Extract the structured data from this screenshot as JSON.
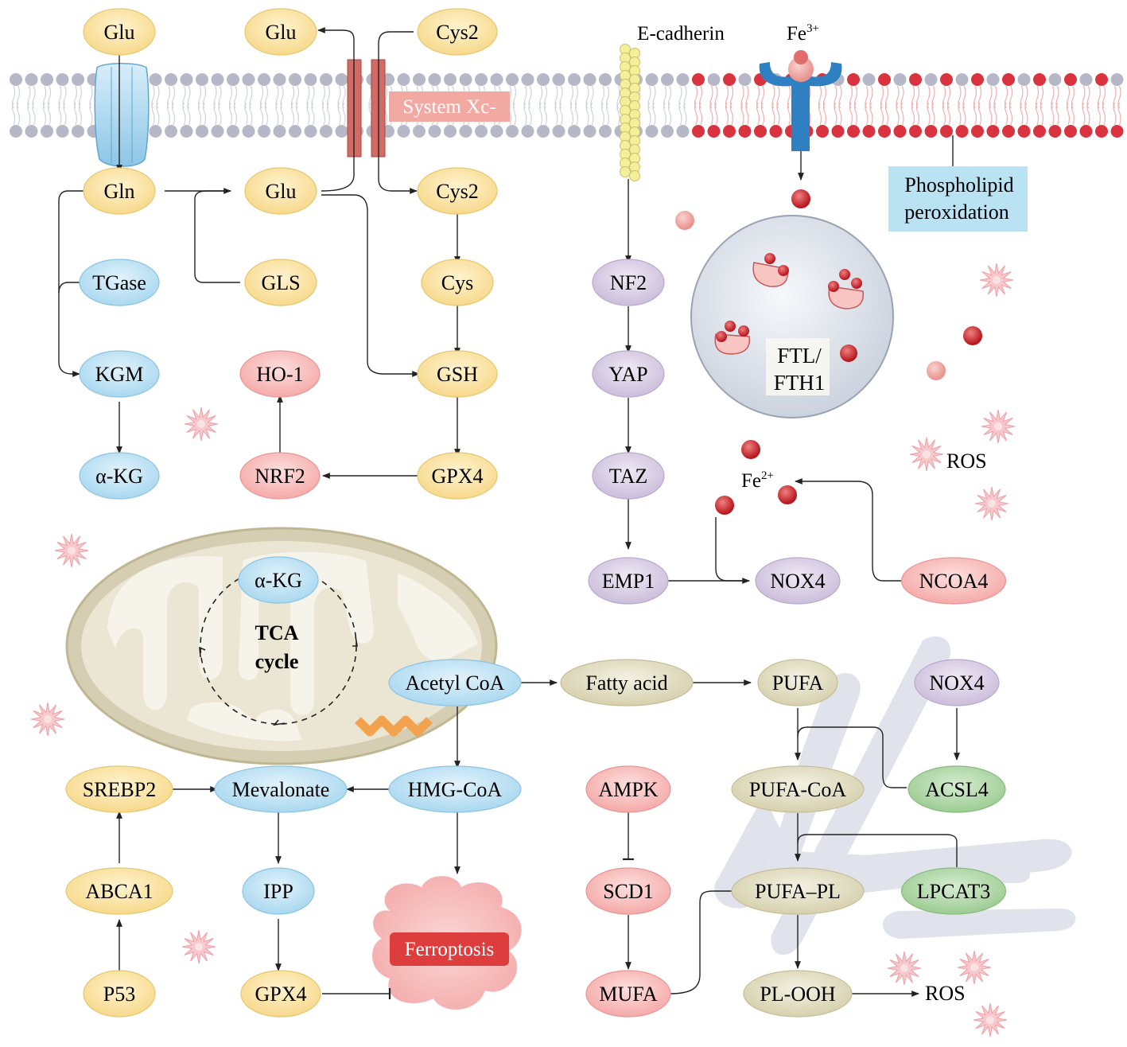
{
  "nodes": {
    "glu_top_left": "Glu",
    "glu_top_mid": "Glu",
    "cys2_top": "Cys2",
    "gln": "Gln",
    "glu_mid": "Glu",
    "cys2_mid": "Cys2",
    "tgase": "TGase",
    "gls": "GLS",
    "cys": "Cys",
    "kgm": "KGM",
    "ho1": "HO-1",
    "gsh": "GSH",
    "akg_left": "α-KG",
    "nrf2": "NRF2",
    "gpx4_top": "GPX4",
    "nf2": "NF2",
    "yap": "YAP",
    "taz": "TAZ",
    "emp1": "EMP1",
    "nox4_mid": "NOX4",
    "ncoa4": "NCOA4",
    "akg_mito": "α-KG",
    "acetyl_coa": "Acetyl CoA",
    "fatty_acid": "Fatty acid",
    "pufa": "PUFA",
    "nox4_er": "NOX4",
    "srebp2": "SREBP2",
    "mevalonate": "Mevalonate",
    "hmg_coa": "HMG-CoA",
    "ampk": "AMPK",
    "pufa_coa": "PUFA-CoA",
    "acsl4": "ACSL4",
    "abca1": "ABCA1",
    "ipp": "IPP",
    "scd1": "SCD1",
    "pufa_pl": "PUFA–PL",
    "lpcat3": "LPCAT3",
    "p53": "P53",
    "gpx4_bottom": "GPX4",
    "mufa": "MUFA",
    "pl_ooh": "PL-OOH"
  },
  "labels": {
    "system_xc": "System Xc-",
    "e_cadherin": "E-cadherin",
    "fe3_base": "Fe",
    "fe3_sup": "3+",
    "fe2_base": "Fe",
    "fe2_sup": "2+",
    "phospholipid_line1": "Phospholipid",
    "phospholipid_line2": "peroxidation",
    "ftl_line1": "FTL/",
    "ftl_line2": "FTH1",
    "ros_right": "ROS",
    "ros_bottom": "ROS",
    "tca_line1": "TCA",
    "tca_line2": "cycle",
    "ferroptosis": "Ferroptosis"
  },
  "colors": {
    "yellow": "#fbe3a5",
    "blue": "#bfe2f4",
    "pink": "#f8c5c3",
    "purple": "#ddd3e8",
    "olive": "#e6e2c8",
    "green": "#b7dcae",
    "membrane_head": "#b6b8c8",
    "membrane_red": "#d9333f",
    "iron": "#c8282e"
  }
}
